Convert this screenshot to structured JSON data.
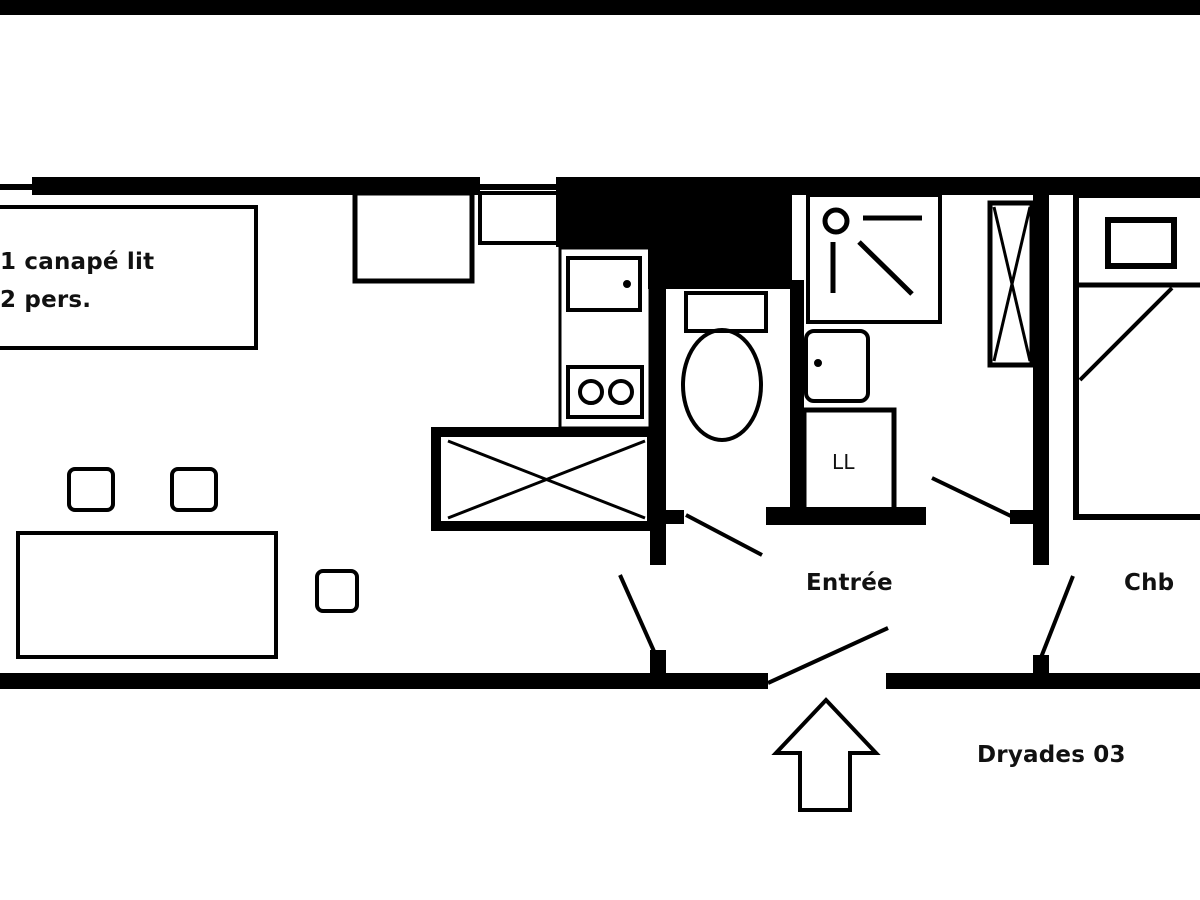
{
  "plan": {
    "title": "Dryades 03",
    "rooms": {
      "living": {
        "sofa_label_line1": "1 canapé lit",
        "sofa_label_line2": "2 pers."
      },
      "entrance": {
        "label": "Entrée"
      },
      "bedroom": {
        "label": "Chb"
      },
      "bathroom": {
        "washing_machine_label": "LL"
      }
    },
    "entry_arrow": "arrow-up-icon",
    "colors": {
      "walls": "#000000",
      "background": "#ffffff"
    }
  }
}
